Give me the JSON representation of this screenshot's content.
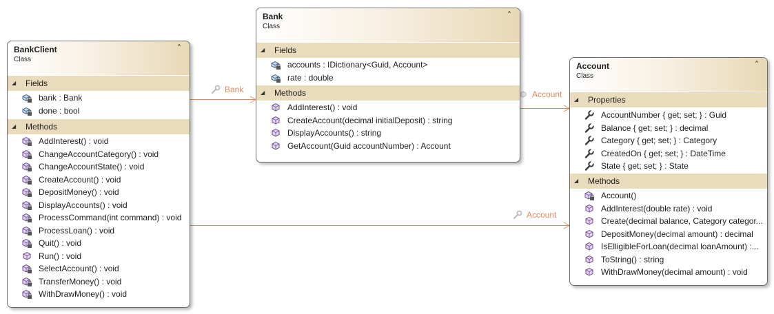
{
  "colors": {
    "header_accent": "#e8d8b6",
    "section_band": "#e9dcbd",
    "association_line": "#e0895e"
  },
  "classes": {
    "bankclient": {
      "name": "BankClient",
      "kind": "Class",
      "collapse_icon": "chevron-double-up-icon",
      "sections": {
        "fields": {
          "title": "Fields",
          "items": [
            {
              "text": "bank : Bank",
              "icon": "private-field-icon"
            },
            {
              "text": "done : bool",
              "icon": "private-field-icon"
            }
          ]
        },
        "methods": {
          "title": "Methods",
          "items": [
            {
              "text": "AddInterest() : void",
              "icon": "private-method-icon"
            },
            {
              "text": "ChangeAccountCategory() : void",
              "icon": "private-method-icon"
            },
            {
              "text": "ChangeAccountState() : void",
              "icon": "private-method-icon"
            },
            {
              "text": "CreateAccount() : void",
              "icon": "private-method-icon"
            },
            {
              "text": "DepositMoney() : void",
              "icon": "private-method-icon"
            },
            {
              "text": "DisplayAccounts() : void",
              "icon": "private-method-icon"
            },
            {
              "text": "ProcessCommand(int command) : void",
              "icon": "private-method-icon"
            },
            {
              "text": "ProcessLoan() : void",
              "icon": "private-method-icon"
            },
            {
              "text": "Quit() : void",
              "icon": "private-method-icon"
            },
            {
              "text": "Run() : void",
              "icon": "public-method-icon"
            },
            {
              "text": "SelectAccount() : void",
              "icon": "private-method-icon"
            },
            {
              "text": "TransferMoney() : void",
              "icon": "private-method-icon"
            },
            {
              "text": "WithDrawMoney() : void",
              "icon": "private-method-icon"
            }
          ]
        }
      }
    },
    "bank": {
      "name": "Bank",
      "kind": "Class",
      "collapse_icon": "chevron-double-up-icon",
      "sections": {
        "fields": {
          "title": "Fields",
          "items": [
            {
              "text": "accounts : IDictionary<Guid, Account>",
              "icon": "private-field-icon"
            },
            {
              "text": "rate : double",
              "icon": "private-field-icon"
            }
          ]
        },
        "methods": {
          "title": "Methods",
          "items": [
            {
              "text": "AddInterest() : void",
              "icon": "public-method-icon"
            },
            {
              "text": "CreateAccount(decimal initialDeposit) : string",
              "icon": "public-method-icon"
            },
            {
              "text": "DisplayAccounts() : string",
              "icon": "public-method-icon"
            },
            {
              "text": "GetAccount(Guid accountNumber) : Account",
              "icon": "public-method-icon"
            }
          ]
        }
      }
    },
    "account": {
      "name": "Account",
      "kind": "Class",
      "collapse_icon": "chevron-double-up-icon",
      "sections": {
        "properties": {
          "title": "Properties",
          "items": [
            {
              "text": "AccountNumber { get; set; } : Guid",
              "icon": "wrench-property-icon"
            },
            {
              "text": "Balance { get; set; } : decimal",
              "icon": "wrench-property-icon"
            },
            {
              "text": "Category { get; set; } : Category",
              "icon": "wrench-property-icon"
            },
            {
              "text": "CreatedOn { get; set; } : DateTime",
              "icon": "wrench-property-icon"
            },
            {
              "text": "State { get; set; } : State",
              "icon": "wrench-property-icon"
            }
          ]
        },
        "methods": {
          "title": "Methods",
          "items": [
            {
              "text": "Account()",
              "icon": "private-method-icon"
            },
            {
              "text": "AddInterest(double rate) : void",
              "icon": "public-method-icon"
            },
            {
              "text": "Create(decimal balance, Category categor...",
              "icon": "public-method-icon"
            },
            {
              "text": "DepositMoney(decimal amount) : decimal",
              "icon": "public-method-icon"
            },
            {
              "text": "IsElligibleForLoan(decimal loanAmount) :...",
              "icon": "public-method-icon"
            },
            {
              "text": "ToString() : string",
              "icon": "public-method-icon"
            },
            {
              "text": "WithDrawMoney(decimal amount) : void",
              "icon": "public-method-icon"
            }
          ]
        }
      }
    }
  },
  "associations": {
    "bankclient_bank": {
      "label": "Bank",
      "icon": "wrench-property-icon"
    },
    "bank_account": {
      "label": "Account",
      "icon": "field-association-icon"
    },
    "bankclient_account": {
      "label": "Account",
      "icon": "wrench-property-icon"
    }
  }
}
